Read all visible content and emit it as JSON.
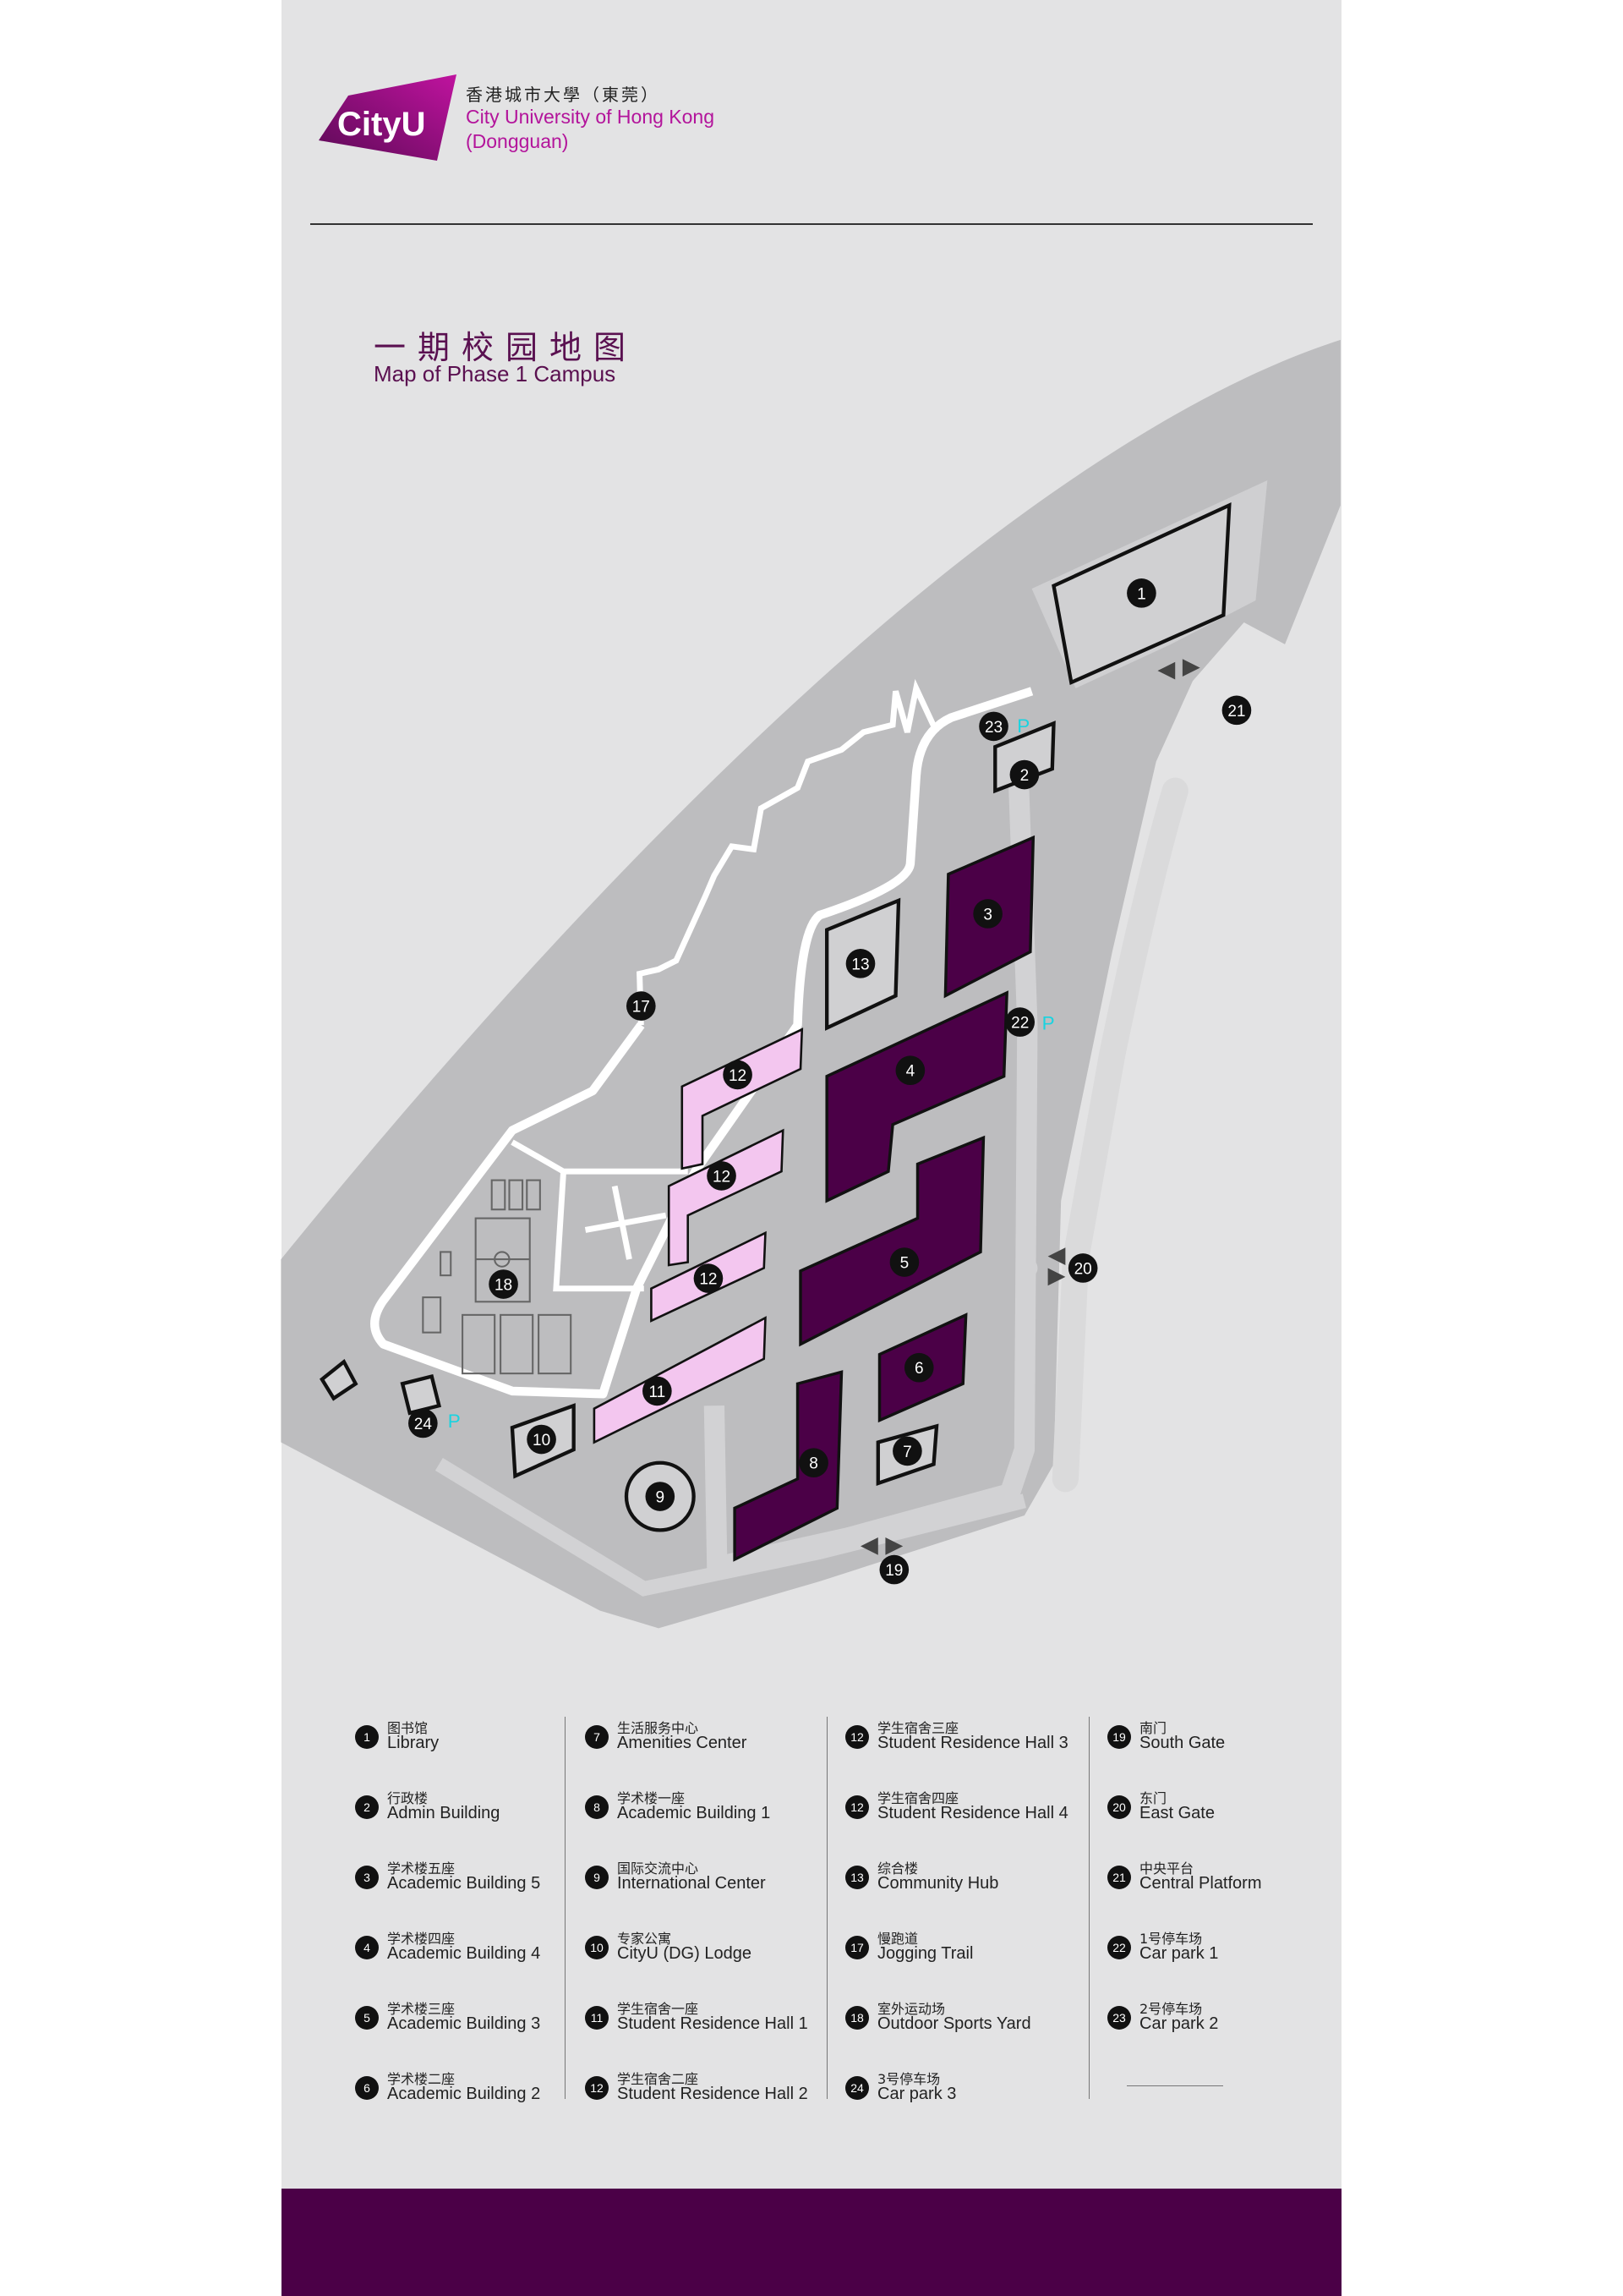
{
  "header": {
    "logo_text": "CityU",
    "name_cn": "香港城市大學（東莞）",
    "name_en_line1": "City University of Hong Kong",
    "name_en_line2": "(Dongguan)"
  },
  "title": {
    "cn": "一期校园地图",
    "en": "Map of Phase 1 Campus"
  },
  "colors": {
    "brand_purple": "#4b0047",
    "brand_magenta": "#b3149b",
    "residence_pink": "#f3c6ef",
    "parking_cyan": "#19d3e0"
  },
  "map": {
    "marker_labels": [
      "1",
      "21",
      "23",
      "2",
      "3",
      "13",
      "22",
      "17",
      "12",
      "4",
      "12",
      "5",
      "20",
      "12",
      "18",
      "6",
      "11",
      "24",
      "10",
      "7",
      "8",
      "9",
      "19"
    ],
    "parking_label": "P"
  },
  "legend": [
    {
      "num": "1",
      "cn": "图书馆",
      "en": "Library"
    },
    {
      "num": "2",
      "cn": "行政楼",
      "en": "Admin Building"
    },
    {
      "num": "3",
      "cn": "学术楼五座",
      "en": "Academic Building 5"
    },
    {
      "num": "4",
      "cn": "学术楼四座",
      "en": "Academic Building 4"
    },
    {
      "num": "5",
      "cn": "学术楼三座",
      "en": "Academic Building 3"
    },
    {
      "num": "6",
      "cn": "学术楼二座",
      "en": "Academic Building 2"
    },
    {
      "num": "7",
      "cn": "生活服务中心",
      "en": "Amenities Center"
    },
    {
      "num": "8",
      "cn": "学术楼一座",
      "en": "Academic Building 1"
    },
    {
      "num": "9",
      "cn": "国际交流中心",
      "en": "International Center"
    },
    {
      "num": "10",
      "cn": "专家公寓",
      "en": "CityU (DG) Lodge"
    },
    {
      "num": "11",
      "cn": "学生宿舍一座",
      "en": "Student Residence Hall 1"
    },
    {
      "num": "12",
      "cn": "学生宿舍二座",
      "en": "Student Residence Hall 2"
    },
    {
      "num": "12",
      "cn": "学生宿舍三座",
      "en": "Student Residence Hall 3"
    },
    {
      "num": "12",
      "cn": "学生宿舍四座",
      "en": "Student Residence Hall 4"
    },
    {
      "num": "13",
      "cn": "综合楼",
      "en": "Community Hub"
    },
    {
      "num": "17",
      "cn": "慢跑道",
      "en": "Jogging Trail"
    },
    {
      "num": "18",
      "cn": "室外运动场",
      "en": "Outdoor Sports Yard"
    },
    {
      "num": "24",
      "cn": "3号停车场",
      "en": "Car park 3"
    },
    {
      "num": "19",
      "cn": "南门",
      "en": "South Gate"
    },
    {
      "num": "20",
      "cn": "东门",
      "en": "East Gate"
    },
    {
      "num": "21",
      "cn": "中央平台",
      "en": "Central Platform"
    },
    {
      "num": "22",
      "cn": "1号停车场",
      "en": "Car park 1"
    },
    {
      "num": "23",
      "cn": "2号停车场",
      "en": "Car park 2"
    }
  ]
}
